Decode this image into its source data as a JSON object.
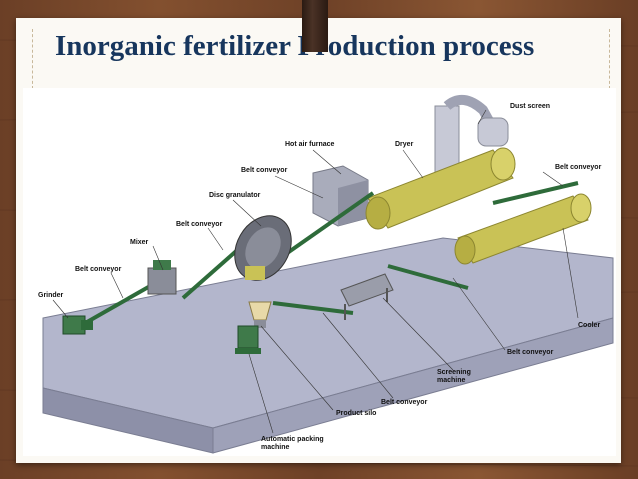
{
  "slide": {
    "title": "Inorganic fertilizer Production process"
  },
  "diagram": {
    "labels": {
      "dust_screen": "Dust screen",
      "hot_air_furnace": "Hot air furnace",
      "dryer": "Dryer",
      "belt_conveyor_top": "Belt conveyor",
      "belt_conveyor_right": "Belt conveyor",
      "disc_granulator": "Disc granulator",
      "belt_conveyor_mid": "Belt conveyor",
      "mixer": "Mixer",
      "belt_conveyor_left": "Belt conveyor",
      "grinder": "Grinder",
      "cooler": "Cooler",
      "belt_conveyor_bottom_right": "Belt conveyor",
      "screening_machine": "Screening\nmachine",
      "belt_conveyor_bottom": "Belt conveyor",
      "product_silo": "Product silo",
      "automatic_packing_machine": "Automatic packing\nmachine"
    }
  },
  "colors": {
    "title": "#17365d",
    "platform_top": "#b3b6cc",
    "platform_side": "#8d90a8",
    "dryer": "#c9c256",
    "equipment_green": "#2e6b3a",
    "machine_gray": "#8a8d99"
  }
}
